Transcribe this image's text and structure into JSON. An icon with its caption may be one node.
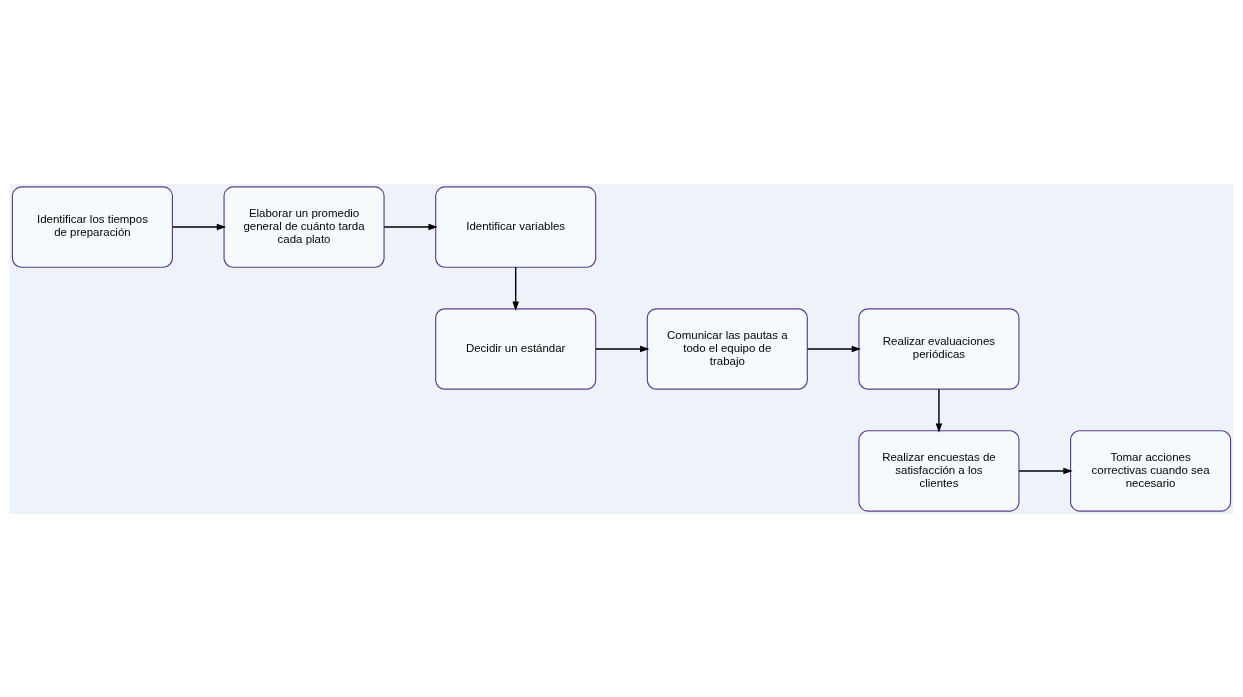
{
  "diagram": {
    "nodes": [
      {
        "text": [
          "Identificar los tiempos de preparación"
        ]
      },
      {
        "text": [
          "Elaborar un promedio general de cuánto tarda cada plato"
        ]
      },
      {
        "text": [
          "Identificar variables"
        ]
      },
      {
        "text": [
          "Decidir un estándar"
        ]
      },
      {
        "text": [
          "Comunicar las pautas a todo el equipo de trabajo"
        ]
      },
      {
        "text": [
          "Realizar evaluaciones periódicas"
        ]
      },
      {
        "text": [
          "Realizar encuestas de satisfacción a los clientes"
        ]
      },
      {
        "text": [
          "Tomar acciones correctivas cuando sea necesario"
        ]
      }
    ],
    "edges": [
      {
        "from": 0,
        "to": 1,
        "arrow": "to"
      },
      {
        "from": 1,
        "to": 2,
        "arrow": "to"
      },
      {
        "from": 2,
        "to": 3,
        "arrow": "to"
      },
      {
        "from": 3,
        "to": 4,
        "arrow": "to"
      },
      {
        "from": 4,
        "to": 5,
        "arrow": "to"
      },
      {
        "from": 5,
        "to": 6,
        "arrow": "to"
      },
      {
        "from": 6,
        "to": 7,
        "arrow": "to"
      }
    ]
  }
}
